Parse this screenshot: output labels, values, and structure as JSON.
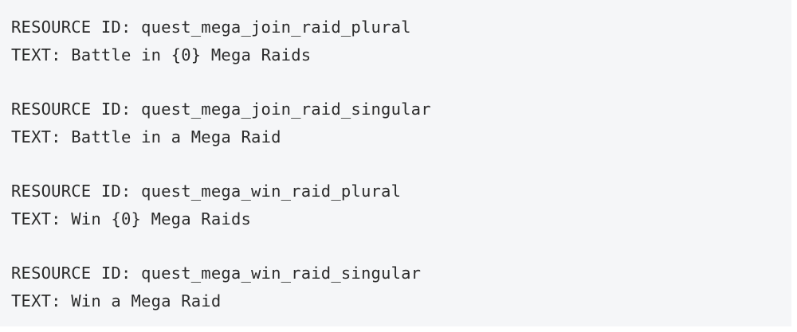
{
  "code_block": {
    "entries": [
      {
        "id_label": "RESOURCE ID: ",
        "id_value": "quest_mega_join_raid_plural",
        "text_label": "TEXT: ",
        "text_value": "Battle in {0} Mega Raids"
      },
      {
        "id_label": "RESOURCE ID: ",
        "id_value": "quest_mega_join_raid_singular",
        "text_label": "TEXT: ",
        "text_value": "Battle in a Mega Raid"
      },
      {
        "id_label": "RESOURCE ID: ",
        "id_value": "quest_mega_win_raid_plural",
        "text_label": "TEXT: ",
        "text_value": "Win {0} Mega Raids"
      },
      {
        "id_label": "RESOURCE ID: ",
        "id_value": "quest_mega_win_raid_singular",
        "text_label": "TEXT: ",
        "text_value": "Win a Mega Raid"
      }
    ]
  }
}
